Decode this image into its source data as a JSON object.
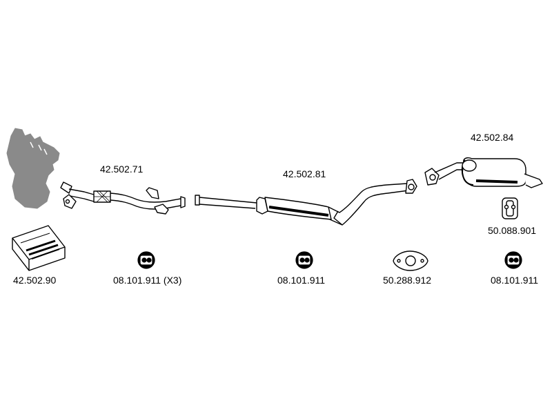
{
  "parts": {
    "manifold_catalyst": {
      "icon": "exhaust-manifold-catalyst-icon"
    },
    "mounting_kit": {
      "number": "42.502.90",
      "icon": "mounting-kit-box-icon"
    },
    "front_pipe": {
      "number": "42.502.71",
      "icon": "front-pipe-flex-icon"
    },
    "center_muffler": {
      "number": "42.502.81",
      "icon": "center-silencer-pipe-icon"
    },
    "rear_muffler": {
      "number": "42.502.84",
      "icon": "rear-silencer-icon"
    },
    "rubber_hanger": {
      "number": "50.088.901",
      "icon": "rubber-hanger-icon"
    },
    "mount_front": {
      "number": "08.101.911 (X3)",
      "icon": "rubber-mount-icon"
    },
    "mount_center": {
      "number": "08.101.911",
      "icon": "rubber-mount-icon"
    },
    "gasket": {
      "number": "50.288.912",
      "icon": "flange-gasket-icon"
    },
    "mount_rear": {
      "number": "08.101.911",
      "icon": "rubber-mount-icon"
    }
  },
  "colors": {
    "line": "#000000",
    "fill_grey": "#8a8a8a",
    "fill_white": "#ffffff"
  }
}
